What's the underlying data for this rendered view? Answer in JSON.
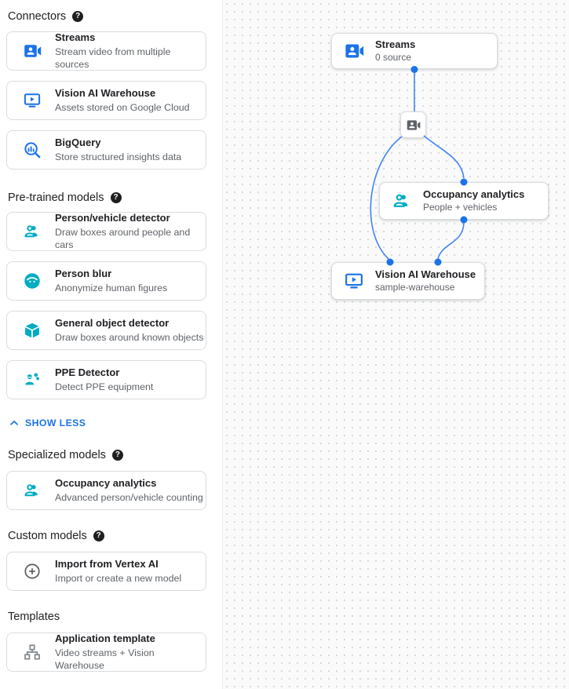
{
  "palette": {
    "accent_blue": "#1a73e8",
    "edge_blue": "#4285f4",
    "model_teal": "#00acc1",
    "icon_gray": "#5f6368",
    "card_border": "#dadce0",
    "canvas_bg": "#fafafa"
  },
  "icons": {
    "help_glyph": "?"
  },
  "sidebar": {
    "show_less": "SHOW LESS",
    "sections": [
      {
        "title": "Connectors",
        "items": [
          {
            "icon": "video-camera-icon",
            "title": "Streams",
            "subtitle": "Stream video from multiple sources"
          },
          {
            "icon": "monitor-play-icon",
            "title": "Vision AI Warehouse",
            "subtitle": "Assets stored on Google Cloud"
          },
          {
            "icon": "bigquery-search-icon",
            "title": "BigQuery",
            "subtitle": "Store structured insights data"
          }
        ]
      },
      {
        "title": "Pre-trained models",
        "items": [
          {
            "icon": "people-icon",
            "title": "Person/vehicle detector",
            "subtitle": "Draw boxes around people and cars"
          },
          {
            "icon": "face-icon",
            "title": "Person blur",
            "subtitle": "Anonymize human figures"
          },
          {
            "icon": "cube-icon",
            "title": "General object detector",
            "subtitle": "Draw boxes around known objects"
          },
          {
            "icon": "worker-gear-icon",
            "title": "PPE Detector",
            "subtitle": "Detect PPE equipment"
          }
        ]
      },
      {
        "title": "Specialized models",
        "items": [
          {
            "icon": "people-icon",
            "title": "Occupancy analytics",
            "subtitle": "Advanced person/vehicle counting"
          }
        ]
      },
      {
        "title": "Custom models",
        "items": [
          {
            "icon": "add-circle-icon",
            "title": "Import from Vertex AI",
            "subtitle": "Import or create a new model"
          }
        ]
      },
      {
        "title": "Templates",
        "items": [
          {
            "icon": "tree-icon",
            "title": "Application template",
            "subtitle": "Video streams + Vision Warehouse"
          }
        ]
      }
    ]
  },
  "canvas": {
    "nodes": {
      "streams": {
        "title": "Streams",
        "subtitle": "0 source"
      },
      "occupancy": {
        "title": "Occupancy analytics",
        "subtitle": "People + vehicles"
      },
      "warehouse": {
        "title": "Vision AI Warehouse",
        "subtitle": "sample-warehouse"
      }
    },
    "edges": [
      "streams -> stream-source-node",
      "stream-source-node -> occupancy-analytics",
      "stream-source-node -> vision-ai-warehouse",
      "occupancy-analytics -> vision-ai-warehouse"
    ]
  }
}
